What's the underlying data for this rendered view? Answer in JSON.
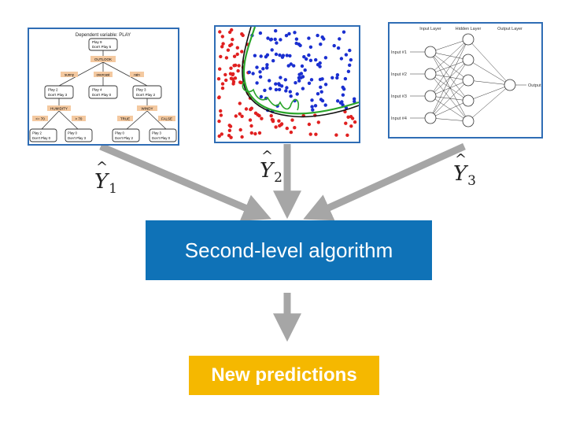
{
  "tree": {
    "title": "Dependent variable: PLAY",
    "node_top": [
      "Play 9",
      "Don't Play 5"
    ],
    "split_root": "OUTLOOK",
    "branches": [
      "sunny",
      "overcast",
      "rain"
    ],
    "node_left": [
      "Play 2",
      "Don't Play 3"
    ],
    "node_mid": [
      "Play 4",
      "Don't Play 0"
    ],
    "node_right": [
      "Play 3",
      "Don't Play 2"
    ],
    "split_left": "HUMIDITY",
    "split_right": "WINDY",
    "leaf_branches": [
      "<= 70",
      "> 70",
      "TRUE",
      "FALSE"
    ],
    "leaf1": [
      "Play 2",
      "Don't Play 0"
    ],
    "leaf2": [
      "Play 0",
      "Don't Play 3"
    ],
    "leaf3": [
      "Play 0",
      "Don't Play 2"
    ],
    "leaf4": [
      "Play 3",
      "Don't Play 0"
    ]
  },
  "network": {
    "layers": [
      "Input Layer",
      "Hidden Layer",
      "Output Layer"
    ],
    "inputs": [
      "Input #1",
      "Input #2",
      "Input #3",
      "Input #4"
    ],
    "output": "Output"
  },
  "labels": {
    "y1_base": "Y",
    "y1_sub": "1",
    "y2_base": "Y",
    "y2_sub": "2",
    "y3_base": "Y",
    "y3_sub": "3",
    "hat": "^"
  },
  "second_level": "Second-level algorithm",
  "new_predictions": "New predictions",
  "colors": {
    "panel_border": "#2f6db5",
    "second_box": "#0f72b7",
    "new_box": "#f5b800",
    "arrow": "#a6a6a6",
    "red_points": "#e02020",
    "blue_points": "#1a2fd0",
    "boundary_green": "#2aa52a",
    "boundary_black": "#111111",
    "tree_branch_tag": "#f4c9a0"
  }
}
